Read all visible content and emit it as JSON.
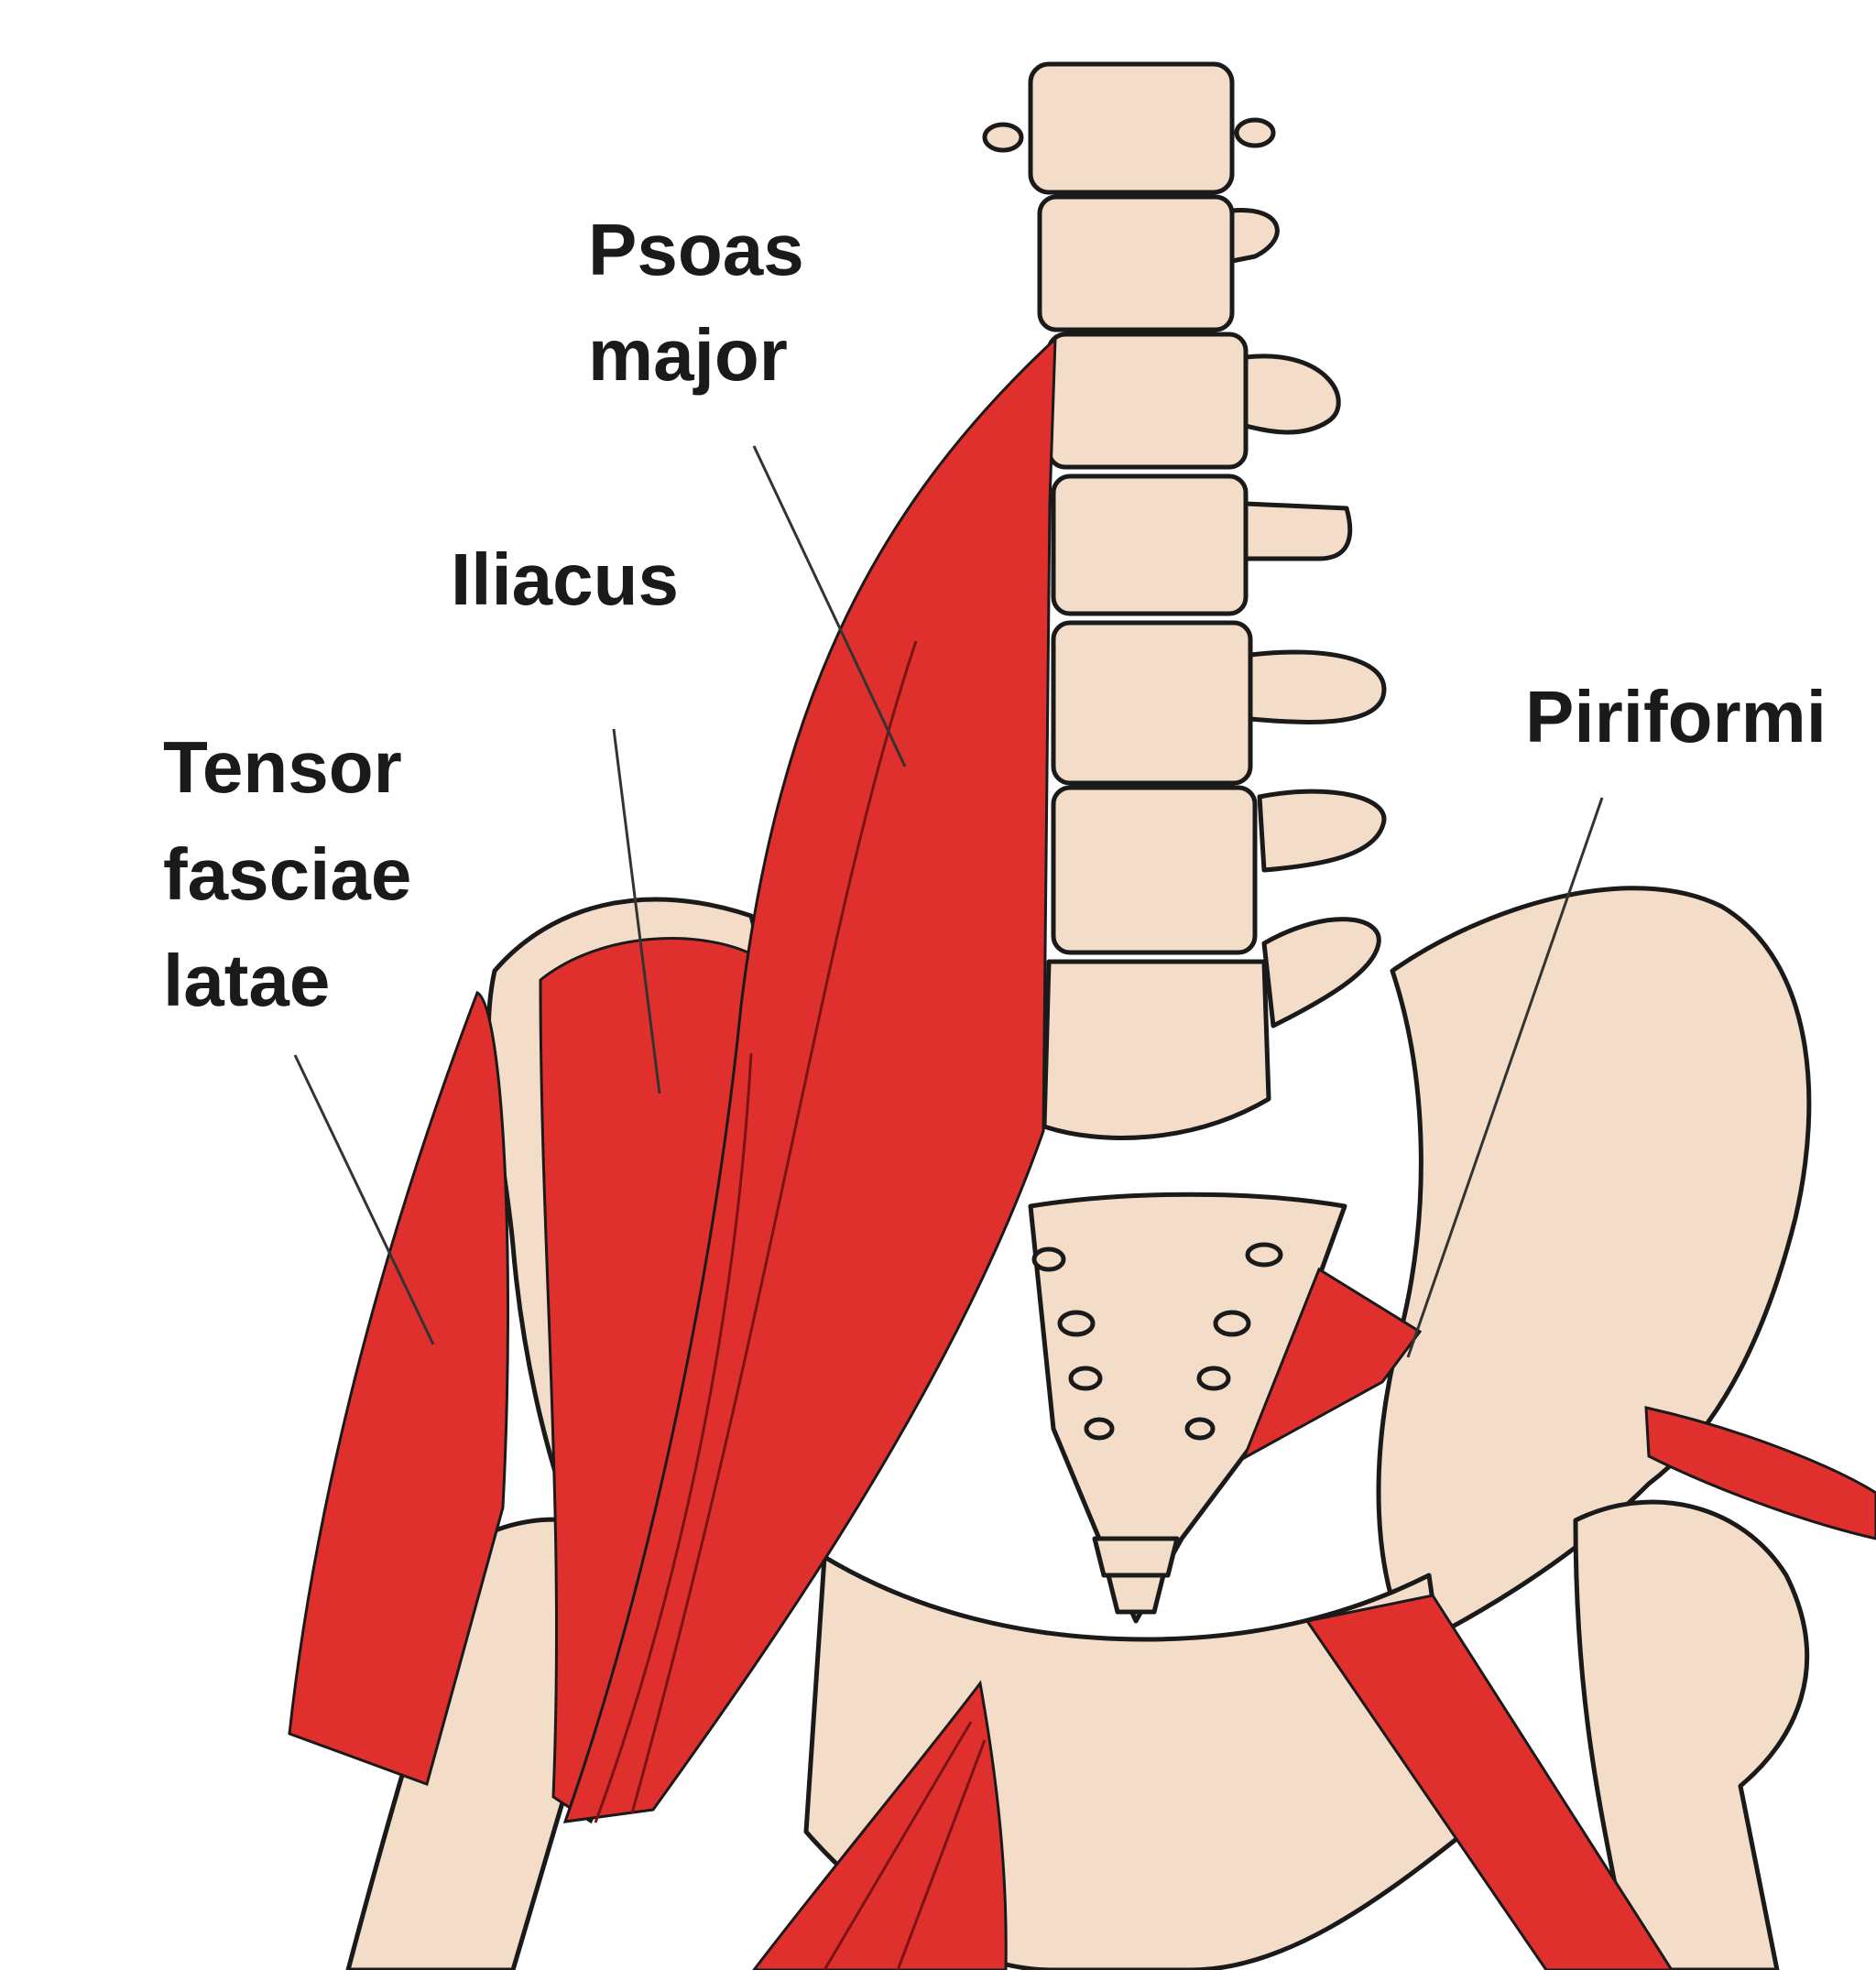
{
  "labels": {
    "psoas_line1": "Psoas",
    "psoas_line2": "major",
    "iliacus": "Iliacus",
    "tensor_line1": "Tensor",
    "tensor_line2": "fasciae",
    "tensor_line3": "latae",
    "piriformis": "Piriformi"
  },
  "colors": {
    "muscle": "#e0302e",
    "bone": "#f3ddc9",
    "outline": "#1a1a1a"
  }
}
